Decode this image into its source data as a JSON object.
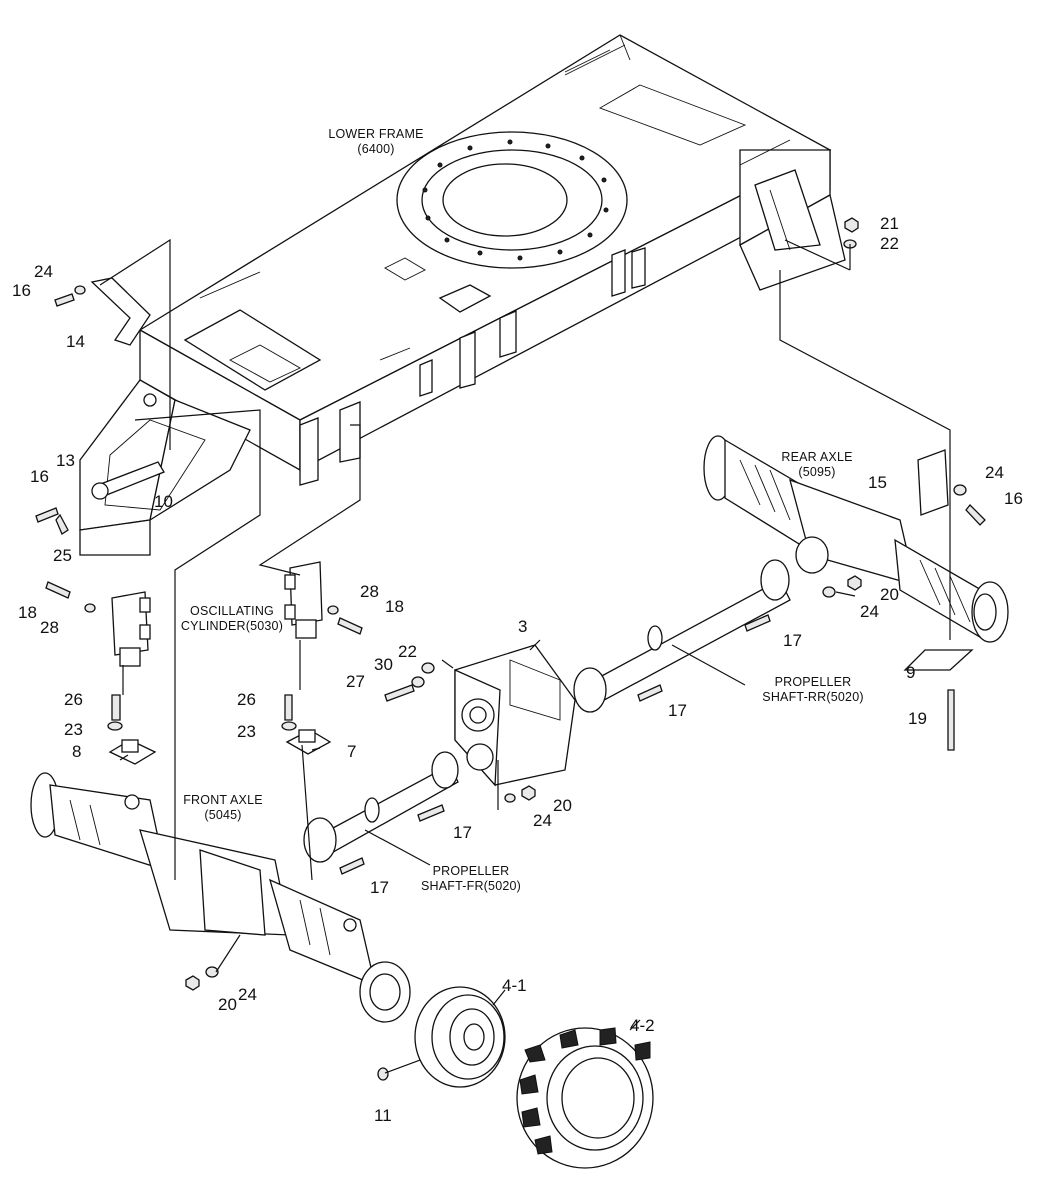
{
  "labels": {
    "lower_frame": [
      "LOWER FRAME",
      "(6400)"
    ],
    "rear_axle": [
      "REAR AXLE",
      "(5095)"
    ],
    "front_axle": [
      "FRONT AXLE",
      "(5045)"
    ],
    "oscillating_cylinder": [
      "OSCILLATING",
      "CYLINDER(5030)"
    ],
    "propeller_rr": [
      "PROPELLER",
      "SHAFT-RR(5020)"
    ],
    "propeller_fr": [
      "PROPELLER",
      "SHAFT-FR(5020)"
    ]
  },
  "callouts": [
    "21",
    "22",
    "24",
    "16",
    "14",
    "13",
    "16",
    "10",
    "25",
    "15",
    "24",
    "16",
    "18",
    "28",
    "28",
    "18",
    "3",
    "22",
    "30",
    "27",
    "17",
    "17",
    "20",
    "24",
    "9",
    "19",
    "26",
    "23",
    "8",
    "26",
    "23",
    "7",
    "20",
    "24",
    "17",
    "17",
    "4-1",
    "4-2",
    "11",
    "20",
    "24"
  ],
  "icons": [
    "bolt-icon",
    "nut-icon",
    "washer-icon"
  ]
}
